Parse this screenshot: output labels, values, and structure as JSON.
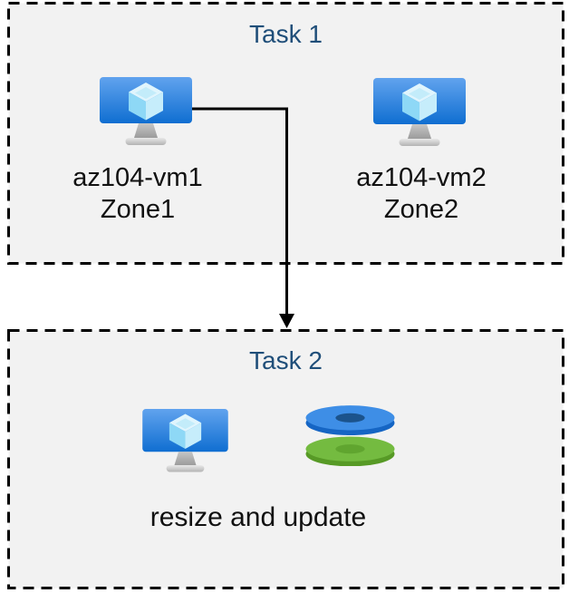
{
  "diagram": {
    "task1": {
      "title": "Task 1",
      "vms": [
        {
          "name": "az104-vm1",
          "zone": "Zone1",
          "icon": "azure-vm-icon"
        },
        {
          "name": "az104-vm2",
          "zone": "Zone2",
          "icon": "azure-vm-icon"
        }
      ]
    },
    "task2": {
      "title": "Task 2",
      "caption": "resize and update",
      "icons": [
        "azure-vm-icon",
        "azure-managed-disks-icon"
      ]
    },
    "connector": {
      "from": "az104-vm1",
      "to": "Task 2",
      "type": "elbow-arrow"
    },
    "colors": {
      "panel_background": "#f2f2f2",
      "panel_border": "#000000",
      "title_text": "#1f4e79",
      "label_text": "#111111",
      "vm_screen_gradient_top": "#61a3ee",
      "vm_screen_gradient_bottom": "#0f6ed1",
      "disk_blue_top": "#3e8ee6",
      "disk_blue_rim": "#1565c4",
      "disk_green_top": "#74bb40",
      "disk_green_rim": "#579a26"
    }
  }
}
